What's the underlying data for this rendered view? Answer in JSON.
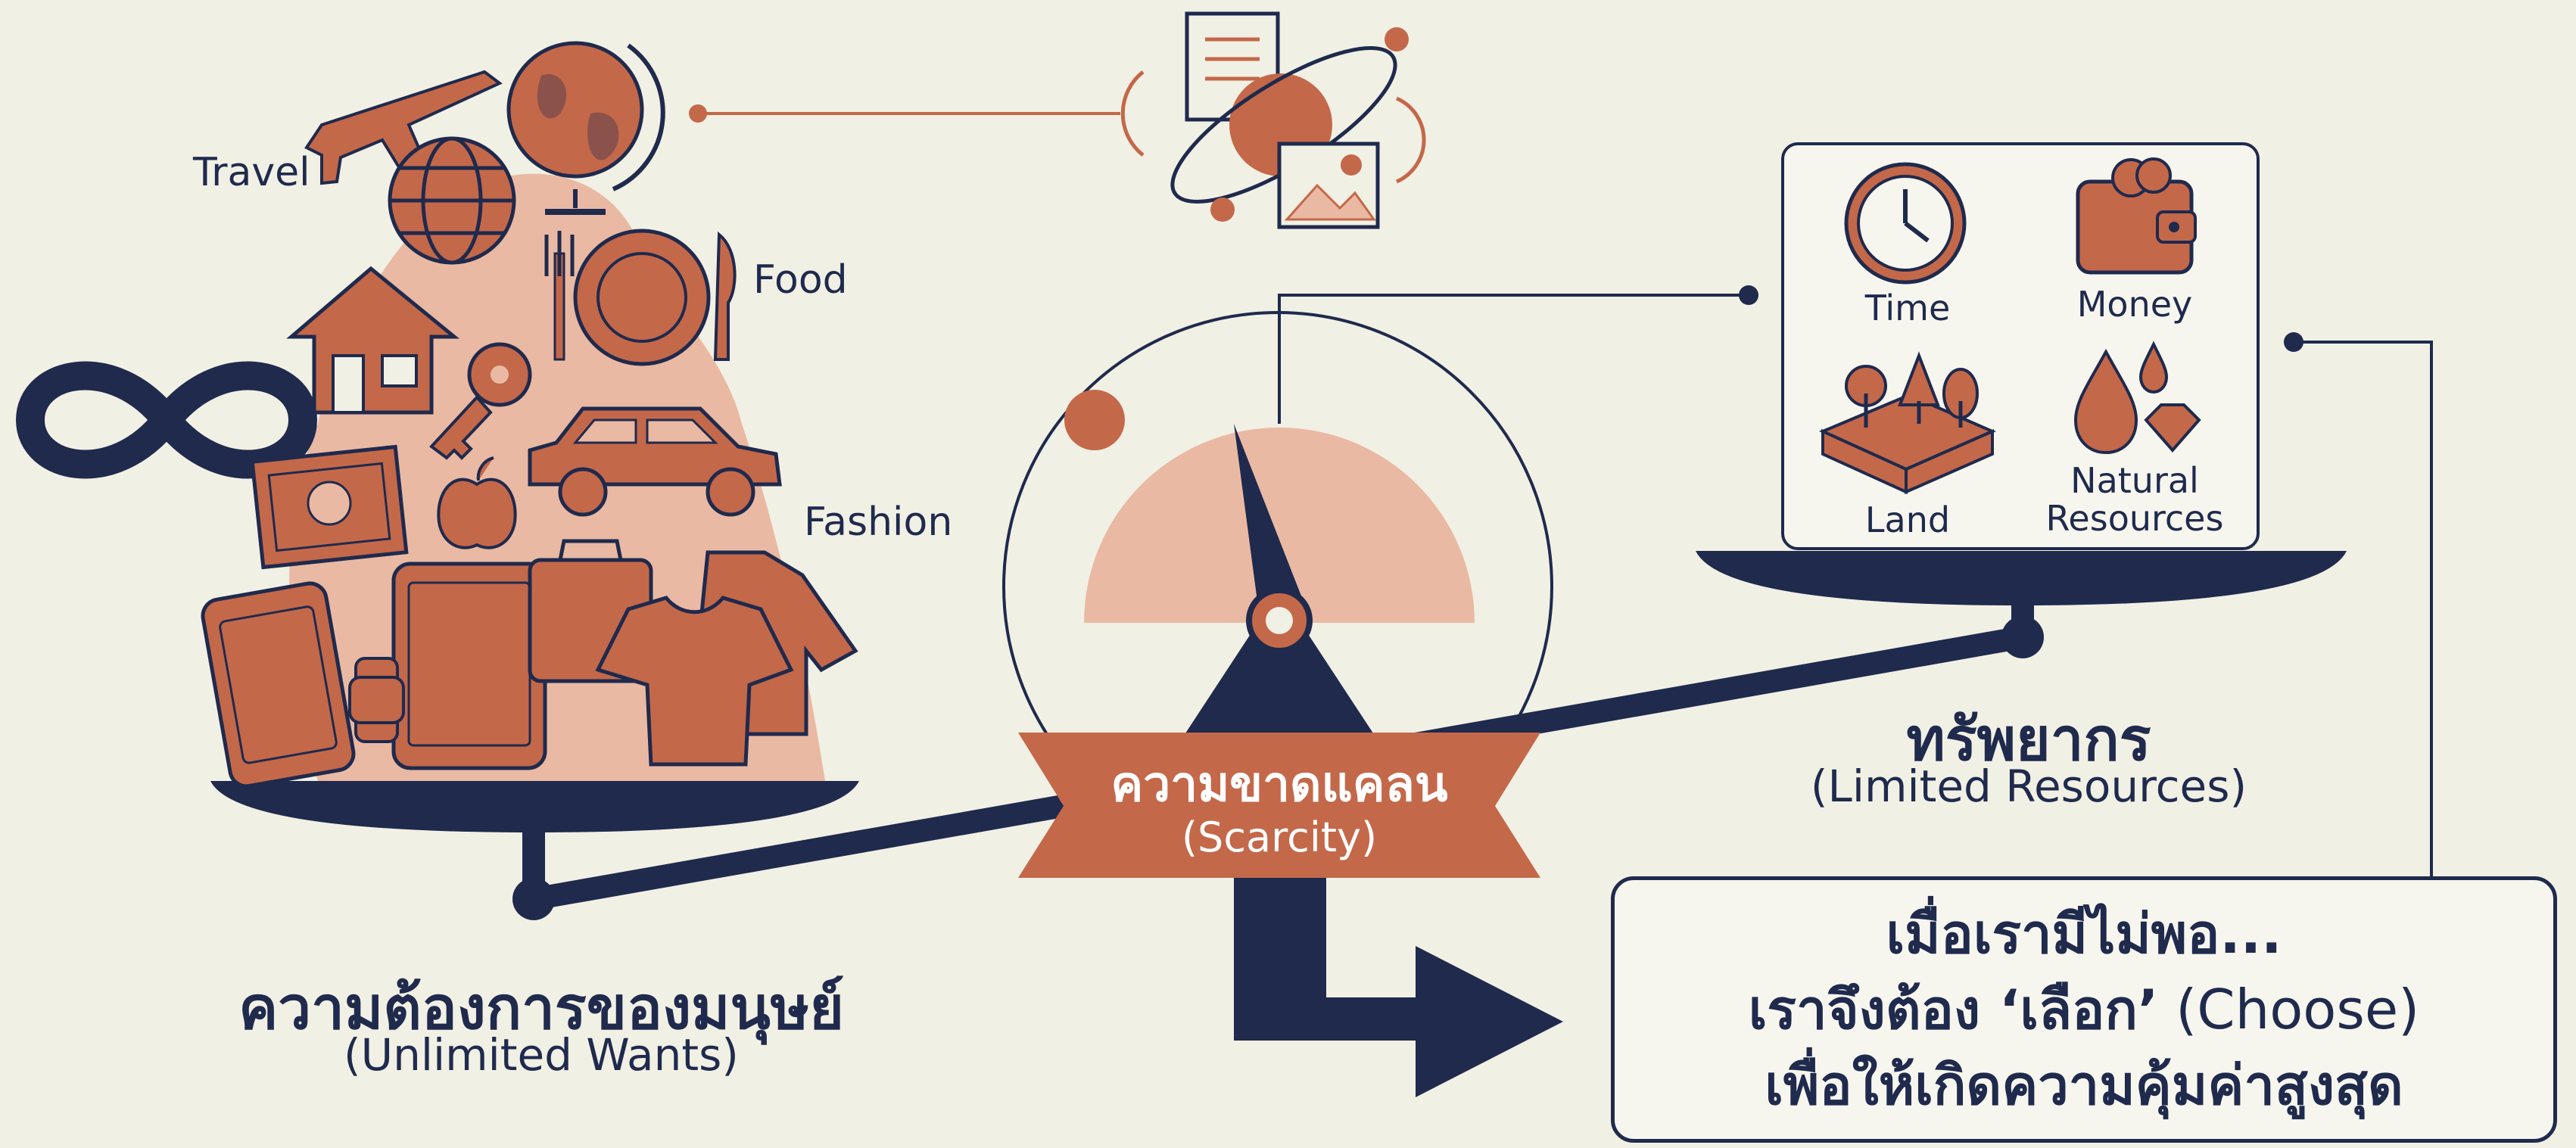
{
  "colors": {
    "background": "#f1f0e4",
    "navy": "#1f2a4d",
    "terracotta": "#c4684a",
    "peach": "#eab9a3"
  },
  "wants": {
    "labels": [
      "Travel",
      "Food",
      "Fashion"
    ],
    "title_th": "ความต้องการของมนุษย์",
    "title_en": "(Unlimited Wants)",
    "icons": [
      "infinity-icon",
      "airplane-icon",
      "globe-icon",
      "house-icon",
      "key-icon",
      "fork-knife-plate-icon",
      "car-icon",
      "money-icon",
      "apple-icon",
      "smartphone-icon",
      "tablet-icon",
      "watch-icon",
      "bag-icon",
      "tshirt-icon",
      "shirt-icon"
    ]
  },
  "resources": {
    "items": [
      "Time",
      "Money",
      "Land",
      "Natural\nResources"
    ],
    "title_th": "ทรัพยากร",
    "title_en": "(Limited Resources)",
    "icons": [
      "clock-icon",
      "wallet-icon",
      "land-trees-icon",
      "water-gem-icon"
    ]
  },
  "scarcity": {
    "label_th": "ความขาดแคลน",
    "label_en": "(Scarcity)"
  },
  "choice": {
    "line1": "เมื่อเรามีไม่พอ...",
    "line2_pre": "เราจึงต้อง ‘เลือก’",
    "line2_en": " (Choose)",
    "line3": "เพื่อให้เกิดความคุ้มค่าสูงสุด"
  }
}
